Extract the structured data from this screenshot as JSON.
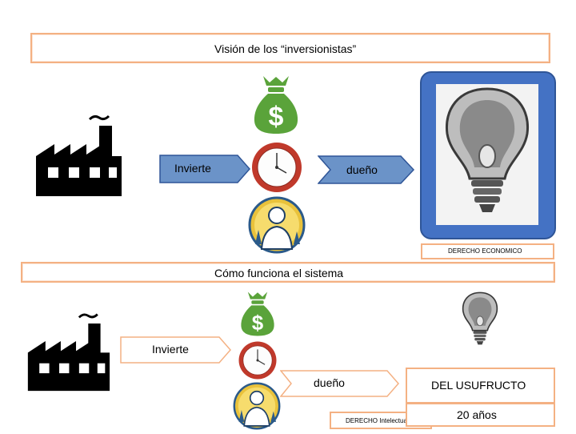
{
  "top": {
    "title": "Visión de los “inversionistas”",
    "invest_label": "Invierte",
    "owner_label": "dueño",
    "economic_right_label": "DERECHO ECONOMICO"
  },
  "bottom": {
    "title": "Cómo funciona el sistema",
    "invest_label": "Invierte",
    "owner_label": "dueño",
    "intellectual_right_label": "DERECHO Intelectual",
    "usufruct_label": "DEL USUFRUCTO",
    "years_label": "20 años"
  },
  "icons": [
    "factory-icon",
    "money-bag-icon",
    "clock-icon",
    "scientist-icon",
    "lightbulb-icon"
  ],
  "colors": {
    "banner_border": "#f4b183",
    "arrow_fill": "#6b93c8",
    "arrow_border": "#2f5597",
    "panel_fill": "#4472c4",
    "money_green": "#5aa33a",
    "clock_red": "#c0392b"
  }
}
